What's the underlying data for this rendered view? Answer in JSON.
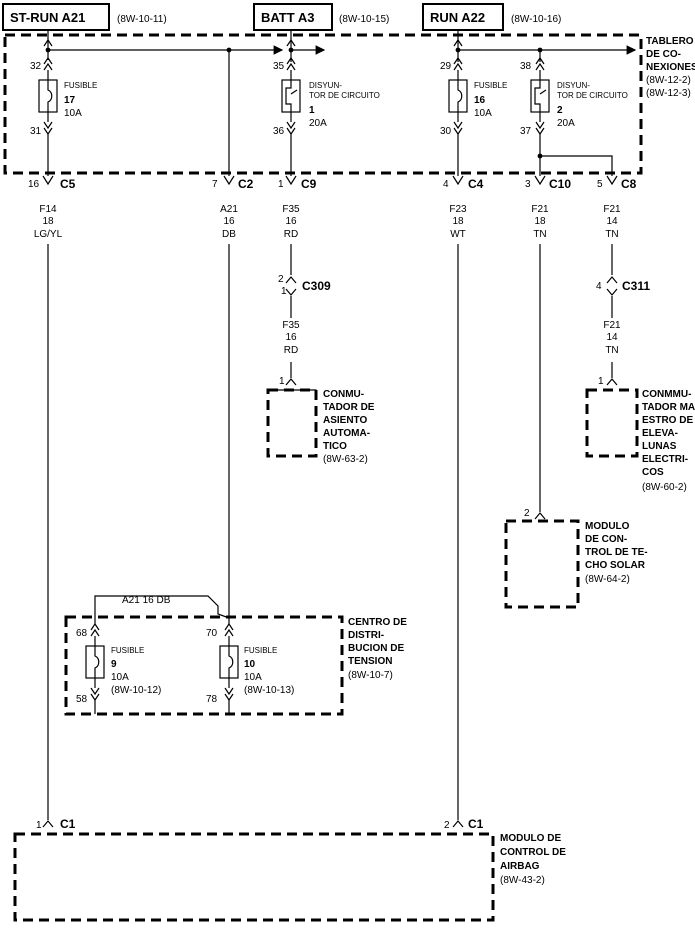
{
  "headers": [
    {
      "label": "ST-RUN A21",
      "ref": "(8W-10-11)"
    },
    {
      "label": "BATT A3",
      "ref": "(8W-10-15)"
    },
    {
      "label": "RUN A22",
      "ref": "(8W-10-16)"
    }
  ],
  "junction_block": {
    "lines": [
      "TABLERO",
      "DE CO-",
      "NEXIONES"
    ],
    "refs": [
      "(8W-12-2)",
      "(8W-12-3)"
    ]
  },
  "fuses": [
    {
      "pin_in": "32",
      "pin_out": "31",
      "type": "FUSIBLE",
      "num": "17",
      "rating": "10A"
    },
    {
      "pin_in": "35",
      "pin_out": "36",
      "type1": "DISYUN-",
      "type2": "TOR DE CIRCUITO",
      "num": "1",
      "rating": "20A"
    },
    {
      "pin_in": "29",
      "pin_out": "30",
      "type": "FUSIBLE",
      "num": "16",
      "rating": "10A"
    },
    {
      "pin_in": "38",
      "pin_out": "37",
      "type1": "DISYUN-",
      "type2": "TOR DE CIRCUITO",
      "num": "2",
      "rating": "20A"
    }
  ],
  "connectors": [
    {
      "pin": "16",
      "name": "C5"
    },
    {
      "pin": "7",
      "name": "C2"
    },
    {
      "pin": "1",
      "name": "C9"
    },
    {
      "pin": "4",
      "name": "C4"
    },
    {
      "pin": "3",
      "name": "C10"
    },
    {
      "pin": "5",
      "name": "C8"
    }
  ],
  "wires": [
    {
      "circuit": "F14",
      "gauge": "18",
      "color": "LG/YL"
    },
    {
      "circuit": "A21",
      "gauge": "16",
      "color": "DB"
    },
    {
      "circuit": "F35",
      "gauge": "16",
      "color": "RD"
    },
    {
      "circuit": "F23",
      "gauge": "18",
      "color": "WT"
    },
    {
      "circuit": "F21",
      "gauge": "18",
      "color": "TN"
    },
    {
      "circuit": "F21",
      "gauge": "14",
      "color": "TN"
    }
  ],
  "c309": {
    "pin_top": "2",
    "pin_bottom": "1",
    "name": "C309"
  },
  "f35_lower": {
    "circuit": "F35",
    "gauge": "16",
    "color": "RD"
  },
  "c311": {
    "pin": "4",
    "name": "C311"
  },
  "f21_lower": {
    "circuit": "F21",
    "gauge": "14",
    "color": "TN"
  },
  "seat_switch": {
    "pin": "1",
    "lines": [
      "CONMU-",
      "TADOR DE",
      "ASIENTO",
      "AUTOMA-",
      "TICO"
    ],
    "ref": "(8W-63-2)"
  },
  "window_switch": {
    "pin": "1",
    "lines": [
      "CONMMU-",
      "TADOR MA-",
      "ESTRO DE",
      "ELEVA-",
      "LUNAS",
      "ELECTRI-",
      "COS"
    ],
    "ref": "(8W-60-2)"
  },
  "sunroof": {
    "pin": "2",
    "lines": [
      "MODULO",
      "DE CON-",
      "TROL DE TE-",
      "CHO SOLAR"
    ],
    "ref": "(8W-64-2)"
  },
  "pdc": {
    "wire_label": "A21   16 DB",
    "lines": [
      "CENTRO DE",
      "DISTRI-",
      "BUCION DE",
      "TENSION"
    ],
    "ref": "(8W-10-7)",
    "fuses": [
      {
        "pin_in": "68",
        "pin_out": "58",
        "type": "FUSIBLE",
        "num": "9",
        "rating": "10A",
        "ref": "(8W-10-12)"
      },
      {
        "pin_in": "70",
        "pin_out": "78",
        "type": "FUSIBLE",
        "num": "10",
        "rating": "10A",
        "ref": "(8W-10-13)"
      }
    ]
  },
  "airbag": {
    "pins": [
      {
        "pin": "1",
        "name": "C1"
      },
      {
        "pin": "2",
        "name": "C1"
      }
    ],
    "lines": [
      "MODULO DE",
      "CONTROL DE",
      "AIRBAG"
    ],
    "ref": "(8W-43-2)"
  }
}
